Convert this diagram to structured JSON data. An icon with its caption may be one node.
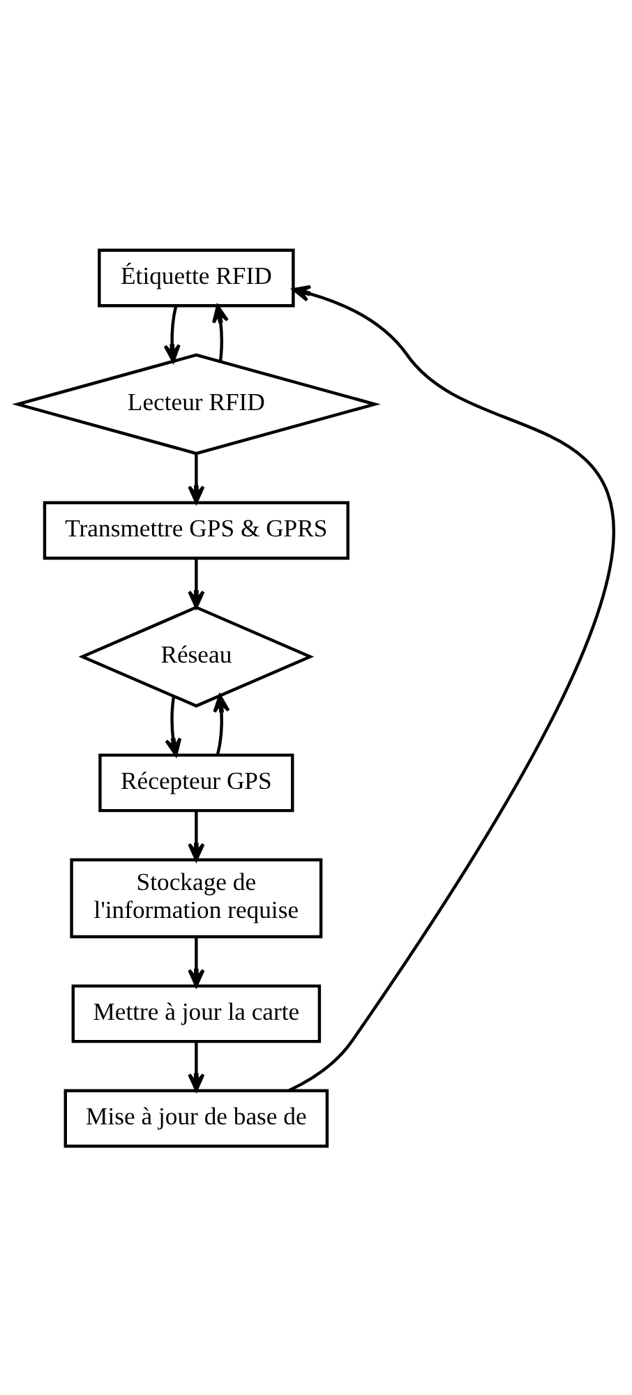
{
  "diagram": {
    "nodes": [
      {
        "text": [
          "Étiquette RFID"
        ]
      },
      {
        "text": [
          "Lecteur RFID"
        ]
      },
      {
        "text": [
          "Transmettre GPS & GPRS"
        ]
      },
      {
        "text": [
          "Réseau"
        ]
      },
      {
        "text": [
          "Récepteur GPS"
        ]
      },
      {
        "text": [
          "Stockage de l'information requise"
        ]
      },
      {
        "text": [
          "Mettre à jour la carte"
        ]
      },
      {
        "text": [
          "Mise à jour de base de"
        ]
      }
    ],
    "edges": [
      {
        "from": 0,
        "to": 1,
        "arrow": "to"
      },
      {
        "from": 1,
        "to": 2,
        "arrow": "to"
      },
      {
        "from": 2,
        "to": 3,
        "arrow": "to"
      },
      {
        "from": 3,
        "to": 4,
        "arrow": "to"
      },
      {
        "from": 4,
        "to": 5,
        "arrow": "to"
      },
      {
        "from": 5,
        "to": 6,
        "arrow": "to"
      },
      {
        "from": 6,
        "to": 7,
        "arrow": "to"
      },
      {
        "from": 1,
        "to": 0,
        "arrow": "to"
      },
      {
        "from": 4,
        "to": 3,
        "arrow": "to"
      },
      {
        "from": 7,
        "to": 0,
        "arrow": "to"
      }
    ]
  }
}
